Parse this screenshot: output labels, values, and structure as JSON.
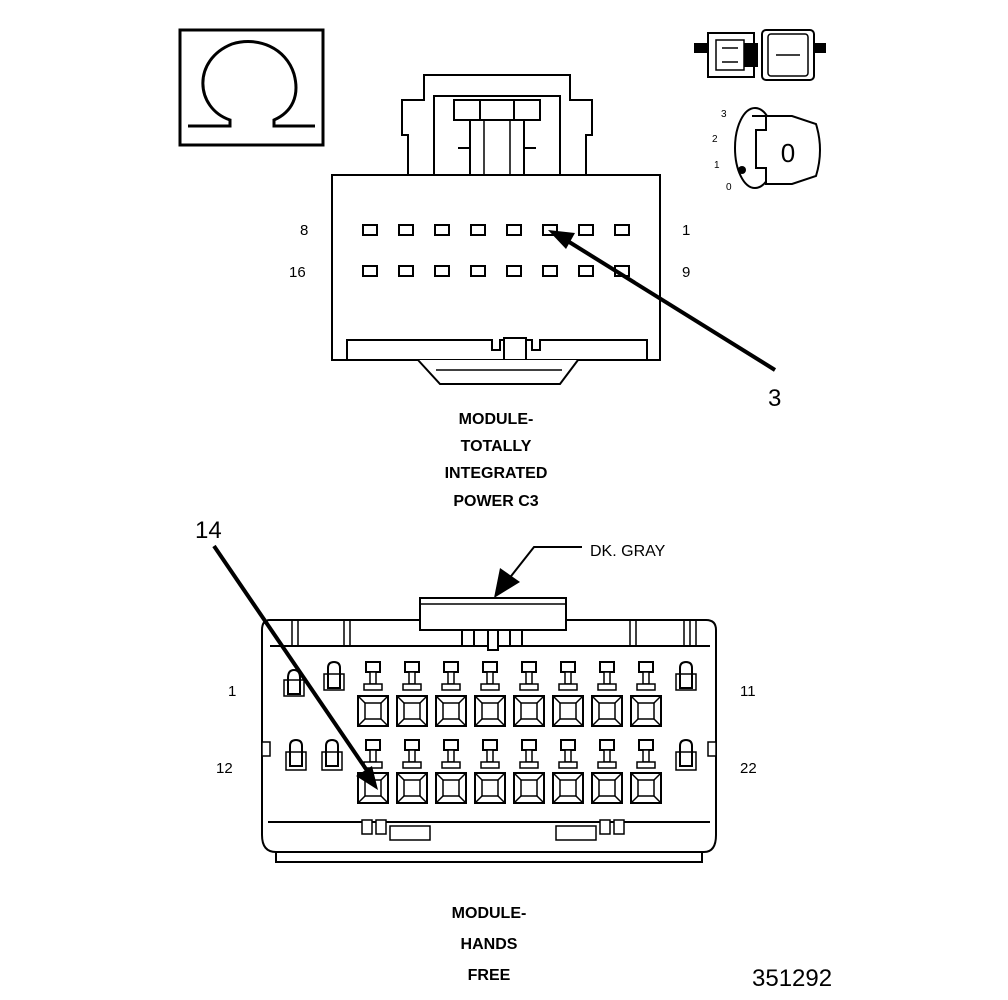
{
  "ohm_symbol": "Ω",
  "ignition_positions": [
    "3",
    "2",
    "1",
    "0"
  ],
  "key_label": "0",
  "connector_c3": {
    "pin_top_left": "8",
    "pin_top_right": "1",
    "pin_bottom_left": "16",
    "pin_bottom_right": "9",
    "callout": "3",
    "title_lines": [
      "MODULE-",
      "TOTALLY",
      "INTEGRATED",
      "POWER C3"
    ]
  },
  "connector_hands_free": {
    "callout": "14",
    "color_label": "DK. GRAY",
    "pin_top_left": "1",
    "pin_top_right": "11",
    "pin_bottom_left": "12",
    "pin_bottom_right": "22",
    "title_lines": [
      "MODULE-",
      "HANDS",
      "FREE"
    ]
  },
  "figure_number": "351292",
  "colors": {
    "ink": "#000000",
    "paper": "#ffffff"
  }
}
